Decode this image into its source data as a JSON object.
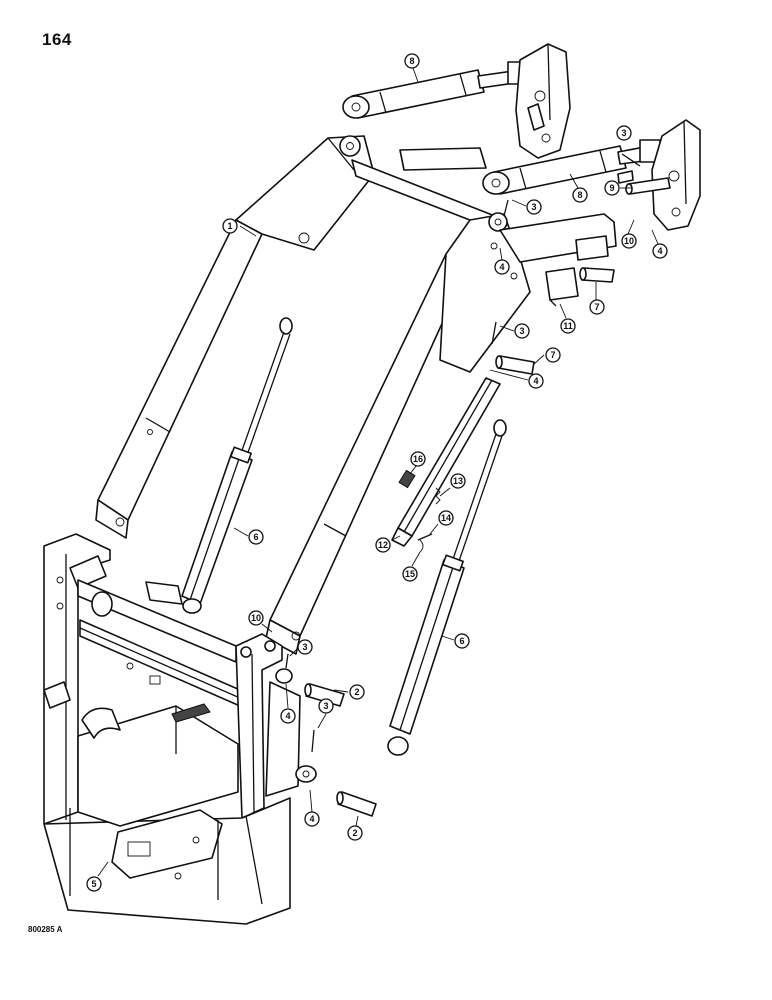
{
  "page_number": "164",
  "drawing_code": "800285 A",
  "callouts": {
    "c1": "1",
    "c2a": "2",
    "c2b": "2",
    "c3a": "3",
    "c3b": "3",
    "c3c": "3",
    "c3d": "3",
    "c3e": "3",
    "c4a": "4",
    "c4b": "4",
    "c4c": "4",
    "c4d": "4",
    "c4e": "4",
    "c5": "5",
    "c6a": "6",
    "c6b": "6",
    "c7a": "7",
    "c7b": "7",
    "c8a": "8",
    "c8b": "8",
    "c9": "9",
    "c10a": "10",
    "c10b": "10",
    "c11": "11",
    "c12": "12",
    "c13": "13",
    "c14": "14",
    "c15": "15",
    "c16": "16"
  }
}
